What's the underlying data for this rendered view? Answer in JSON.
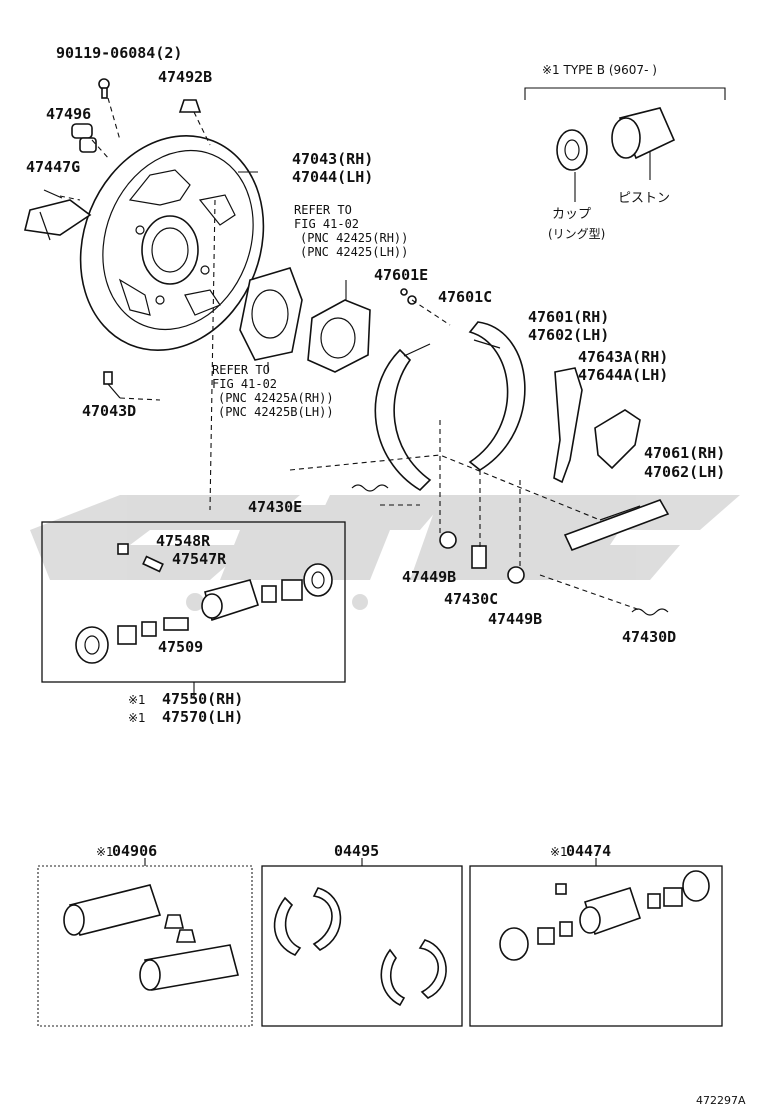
{
  "parts": {
    "p1": "90119-06084(2)",
    "p2": "47492B",
    "p3": "47496",
    "p4": "47447G",
    "p5a": "47043(RH)",
    "p5b": "47044(LH)",
    "p6": "47043D",
    "p7": "47601E",
    "p8": "47601C",
    "p9a": "47601(RH)",
    "p9b": "47602(LH)",
    "p10a": "47643A(RH)",
    "p10b": "47644A(LH)",
    "p11a": "47061(RH)",
    "p11b": "47062(LH)",
    "p12": "47430E",
    "p13": "47548R",
    "p14": "47547R",
    "p15": "47509",
    "p16": "47449B",
    "p17": "47430C",
    "p18": "47449B",
    "p19": "47430D",
    "p20a": "47550(RH)",
    "p20b": "47570(LH)",
    "kit1": "04906",
    "kit2": "04495",
    "kit3": "04474"
  },
  "refs": {
    "ref1_title": "REFER TO",
    "ref1_fig": "FIG 41-02",
    "ref1_pnc1": "(PNC 42425(RH))",
    "ref1_pnc2": "(PNC 42425(LH))",
    "ref2_title": "REFER TO",
    "ref2_fig": "FIG 41-02",
    "ref2_pnc1": "(PNC 42425A(RH))",
    "ref2_pnc2": "(PNC 42425B(LH))"
  },
  "notes": {
    "mark": "※1",
    "type_b": "※1 TYPE B (9607-     )",
    "cup": "カップ",
    "cup_type": "(リング型)",
    "piston": "ピストン"
  },
  "figure_id": "472297A"
}
